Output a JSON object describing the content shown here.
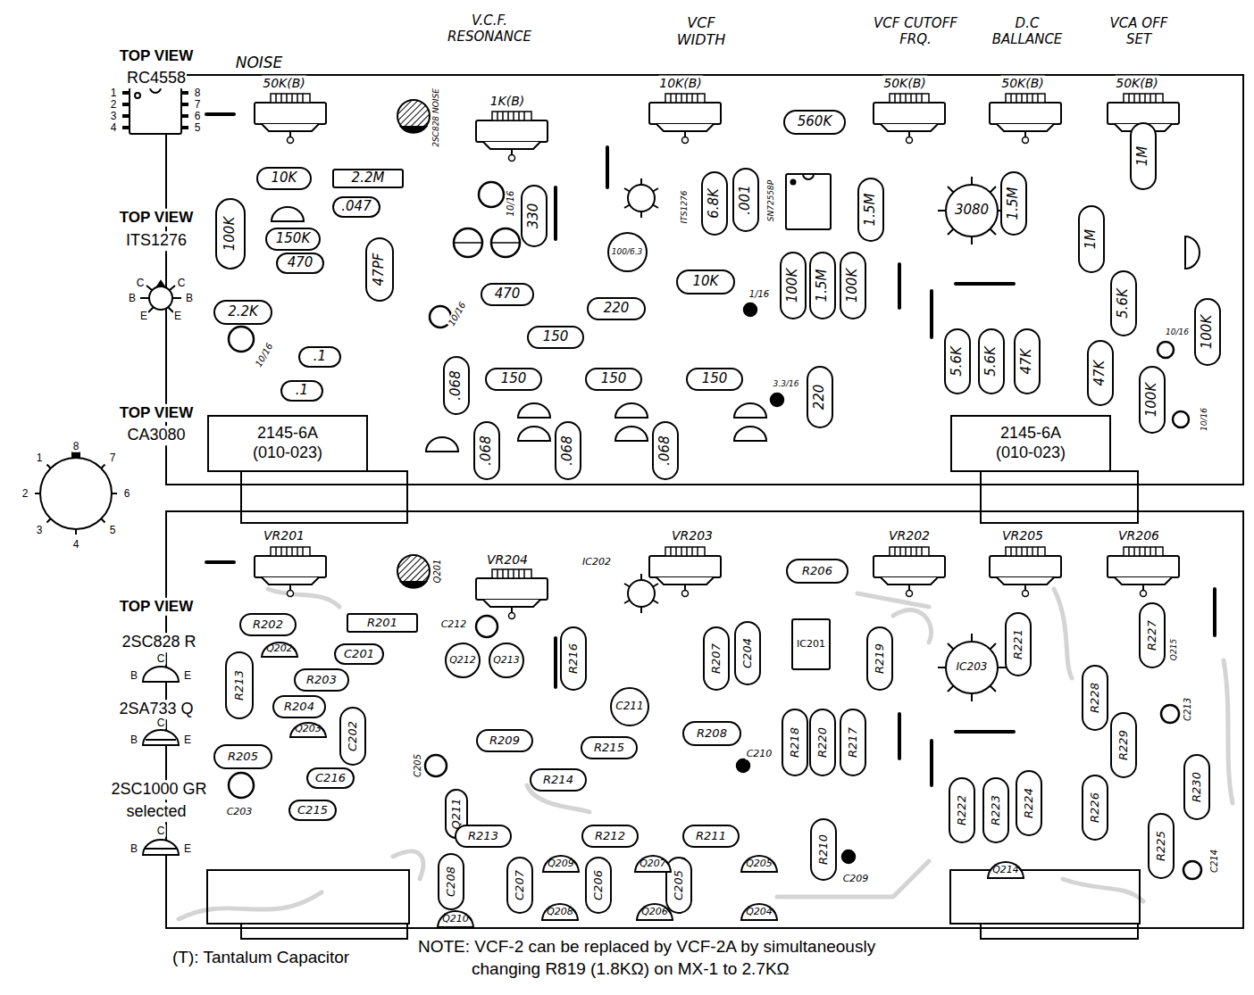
{
  "diagram": {
    "nodes": [
      {
        "text": [
          "10K"
        ]
      },
      {
        "text": [
          "2.2M"
        ]
      },
      {
        "text": [
          ".047"
        ]
      },
      {
        "text": [
          "100K"
        ]
      },
      {
        "text": [
          "150K"
        ]
      },
      {
        "text": [
          "470"
        ]
      },
      {
        "text": [
          "47PF"
        ]
      },
      {
        "text": [
          "2.2K"
        ]
      },
      {
        "text": [
          ".1"
        ]
      },
      {
        "text": [
          ".1"
        ]
      },
      {
        "text": [
          "330"
        ]
      },
      {
        "text": [
          "100/6.3"
        ]
      },
      {
        "text": [
          "6.8K"
        ]
      },
      {
        "text": [
          ".001"
        ]
      },
      {
        "text": [
          "560K"
        ]
      },
      {
        "text": [
          "1.5M"
        ]
      },
      {
        "text": [
          "3080"
        ]
      },
      {
        "text": [
          "1.5M"
        ]
      },
      {
        "text": [
          "470"
        ]
      },
      {
        "text": [
          "220"
        ]
      },
      {
        "text": [
          "10K"
        ]
      },
      {
        "text": [
          "100K"
        ]
      },
      {
        "text": [
          "1.5M"
        ]
      },
      {
        "text": [
          "100K"
        ]
      },
      {
        "text": [
          "150"
        ]
      },
      {
        "text": [
          "150"
        ]
      },
      {
        "text": [
          "150"
        ]
      },
      {
        "text": [
          "150"
        ]
      },
      {
        "text": [
          "220"
        ]
      },
      {
        "text": [
          ".068"
        ]
      },
      {
        "text": [
          ".068"
        ]
      },
      {
        "text": [
          ".068"
        ]
      },
      {
        "text": [
          ".068"
        ]
      },
      {
        "text": [
          "5.6K"
        ]
      },
      {
        "text": [
          "5.6K"
        ]
      },
      {
        "text": [
          "47K"
        ]
      },
      {
        "text": [
          "1M"
        ]
      },
      {
        "text": [
          "1M"
        ]
      },
      {
        "text": [
          "5.6K"
        ]
      },
      {
        "text": [
          "47K"
        ]
      },
      {
        "text": [
          "100K"
        ]
      },
      {
        "text": [
          "100K"
        ]
      },
      {
        "text": [
          "2145-6A (010-023)"
        ]
      },
      {
        "text": [
          "2145-6A (010-023)"
        ]
      },
      {
        "text": [
          "R202"
        ]
      },
      {
        "text": [
          "R201"
        ]
      },
      {
        "text": [
          "Q202"
        ]
      },
      {
        "text": [
          "C201"
        ]
      },
      {
        "text": [
          "R213"
        ]
      },
      {
        "text": [
          "R203"
        ]
      },
      {
        "text": [
          "R204"
        ]
      },
      {
        "text": [
          "Q203"
        ]
      },
      {
        "text": [
          "C202"
        ]
      },
      {
        "text": [
          "R205"
        ]
      },
      {
        "text": [
          "C216"
        ]
      },
      {
        "text": [
          "C215"
        ]
      },
      {
        "text": [
          "Q212"
        ]
      },
      {
        "text": [
          "Q213"
        ]
      },
      {
        "text": [
          "R216"
        ]
      },
      {
        "text": [
          "C211"
        ]
      },
      {
        "text": [
          "R207"
        ]
      },
      {
        "text": [
          "C204"
        ]
      },
      {
        "text": [
          "R206"
        ]
      },
      {
        "text": [
          "IC201"
        ]
      },
      {
        "text": [
          "R219"
        ]
      },
      {
        "text": [
          "R209"
        ]
      },
      {
        "text": [
          "R215"
        ]
      },
      {
        "text": [
          "R208"
        ]
      },
      {
        "text": [
          "R214"
        ]
      },
      {
        "text": [
          "R218"
        ]
      },
      {
        "text": [
          "R220"
        ]
      },
      {
        "text": [
          "R217"
        ]
      },
      {
        "text": [
          "IC203"
        ]
      },
      {
        "text": [
          "R221"
        ]
      },
      {
        "text": [
          "Q211"
        ]
      },
      {
        "text": [
          "R213"
        ]
      },
      {
        "text": [
          "R212"
        ]
      },
      {
        "text": [
          "R211"
        ]
      },
      {
        "text": [
          "R210"
        ]
      },
      {
        "text": [
          "C208"
        ]
      },
      {
        "text": [
          "C207"
        ]
      },
      {
        "text": [
          "C206"
        ]
      },
      {
        "text": [
          "C205"
        ]
      },
      {
        "text": [
          "Q209"
        ]
      },
      {
        "text": [
          "Q207"
        ]
      },
      {
        "text": [
          "Q205"
        ]
      },
      {
        "text": [
          "Q210"
        ]
      },
      {
        "text": [
          "Q208"
        ]
      },
      {
        "text": [
          "Q206"
        ]
      },
      {
        "text": [
          "Q204"
        ]
      },
      {
        "text": [
          "R222"
        ]
      },
      {
        "text": [
          "R223"
        ]
      },
      {
        "text": [
          "R224"
        ]
      },
      {
        "text": [
          "Q214"
        ]
      },
      {
        "text": [
          "R227"
        ]
      },
      {
        "text": [
          "R228"
        ]
      },
      {
        "text": [
          "R229"
        ]
      },
      {
        "text": [
          "R226"
        ]
      },
      {
        "text": [
          "R230"
        ]
      },
      {
        "text": [
          "R225"
        ]
      }
    ],
    "labels": [
      "TOP VIEW",
      "RC4558",
      "1",
      "2",
      "3",
      "4",
      "8",
      "7",
      "6",
      "5",
      "TOP VIEW",
      "ITS1276",
      "C",
      "C",
      "B",
      "B",
      "E",
      "E",
      "TOP VIEW",
      "CA3080",
      "8",
      "1",
      "7",
      "2",
      "6",
      "3",
      "5",
      "4",
      "TOP VIEW",
      "2SC828 R",
      "C",
      "B",
      "E",
      "2SA733 Q",
      "C",
      "B",
      "E",
      "2SC1000 GR",
      "selected",
      "C",
      "B",
      "E",
      "NOISE",
      "V.C.F. RESONANCE",
      "VCF WIDTH",
      "VCF CUTOFF FRQ.",
      "D.C BALLANCE",
      "VCA OFF SET",
      "50K(B)",
      "1K(B)",
      "10K(B)",
      "50K(B)",
      "50K(B)",
      "50K(B)",
      "2SC828 NOISE",
      "10/16",
      "10/16",
      "10/16",
      "1/16",
      "3.3/16",
      "ITS1276",
      "SN72558P",
      "10/16",
      "10/16",
      "VR201",
      "VR204",
      "VR203",
      "VR202",
      "VR205",
      "VR206",
      "Q201",
      "C212",
      "IC202",
      "C205",
      "C210",
      "C209",
      "C203",
      "C213",
      "C214",
      "Q215",
      "(T): Tantalum Capacitor",
      "NOTE: VCF-2 can be replaced by VCF-2A by simultaneously changing R819 (1.8KΩ) on MX-1 to 2.7KΩ"
    ]
  }
}
